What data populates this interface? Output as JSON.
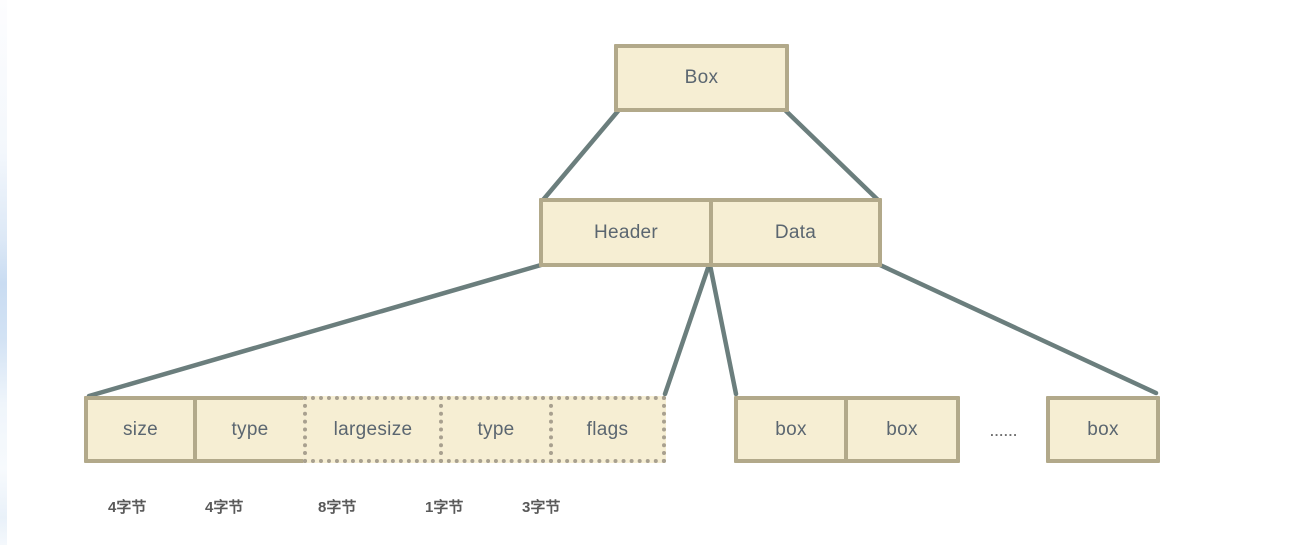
{
  "diagram": {
    "root": {
      "label": "Box"
    },
    "level2": [
      {
        "label": "Header"
      },
      {
        "label": "Data"
      }
    ],
    "header_fields": [
      {
        "label": "size",
        "bytes": "4字节",
        "border": "solid"
      },
      {
        "label": "type",
        "bytes": "4字节",
        "border": "solid"
      },
      {
        "label": "largesize",
        "bytes": "8字节",
        "border": "dotted"
      },
      {
        "label": "type",
        "bytes": "1字节",
        "border": "dotted"
      },
      {
        "label": "flags",
        "bytes": "3字节",
        "border": "dotted"
      }
    ],
    "data_children": [
      {
        "label": "box"
      },
      {
        "label": "box"
      },
      {
        "label": "box"
      }
    ],
    "ellipsis": "......",
    "colors": {
      "node_fill": "#f6eed3",
      "node_border": "#b2a98a",
      "dotted_border": "#a8a08f",
      "connector_line": "#5f7472",
      "node_text": "#5b6670",
      "byte_label_text": "#595959",
      "left_edge_tint": "#c9dcf2"
    }
  }
}
